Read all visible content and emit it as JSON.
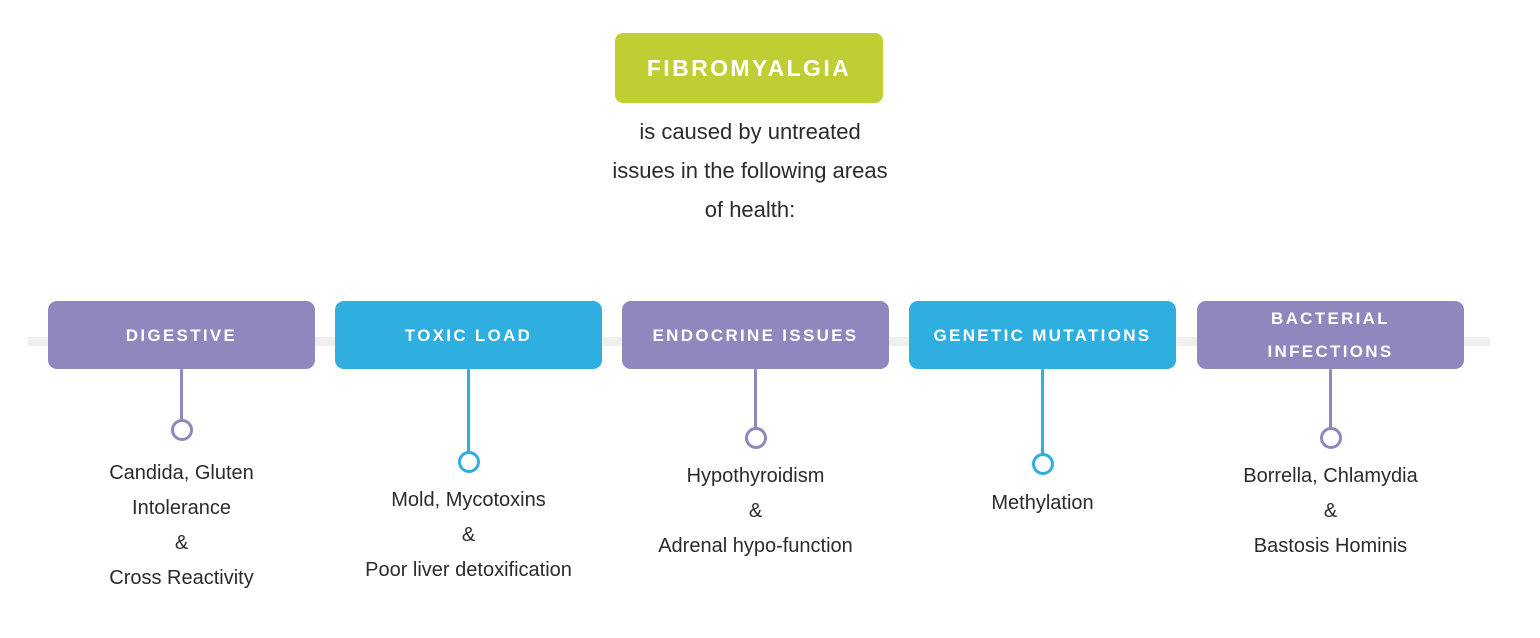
{
  "header": {
    "badge_label": "FIBROMYALGIA",
    "badge_color": "#c0ce33",
    "subtitle": "is caused by untreated issues in the following areas of health:"
  },
  "theme": {
    "purple": "#8e88be",
    "blue": "#2faee0",
    "baseline_color": "#efefef",
    "text_color": "#2b2b2b"
  },
  "categories": [
    {
      "label": "DIGESTIVE",
      "color_name": "purple",
      "color": "#8e88be",
      "details": [
        "Candida, Gluten",
        "Intolerance",
        "&",
        "Cross Reactivity"
      ]
    },
    {
      "label": "TOXIC LOAD",
      "color_name": "blue",
      "color": "#2faee0",
      "details": [
        "Mold, Mycotoxins",
        "&",
        "Poor liver detoxification"
      ]
    },
    {
      "label": "ENDOCRINE ISSUES",
      "color_name": "purple",
      "color": "#8e88be",
      "details": [
        "Hypothyroidism",
        "&",
        "Adrenal hypo-function"
      ]
    },
    {
      "label": "GENETIC MUTATIONS",
      "color_name": "blue",
      "color": "#2faee0",
      "details": [
        "Methylation"
      ]
    },
    {
      "label": "BACTERIAL INFECTIONS",
      "color_name": "purple",
      "color": "#8e88be",
      "details": [
        "Borrella, Chlamydia",
        "&",
        "Bastosis Hominis"
      ]
    }
  ]
}
